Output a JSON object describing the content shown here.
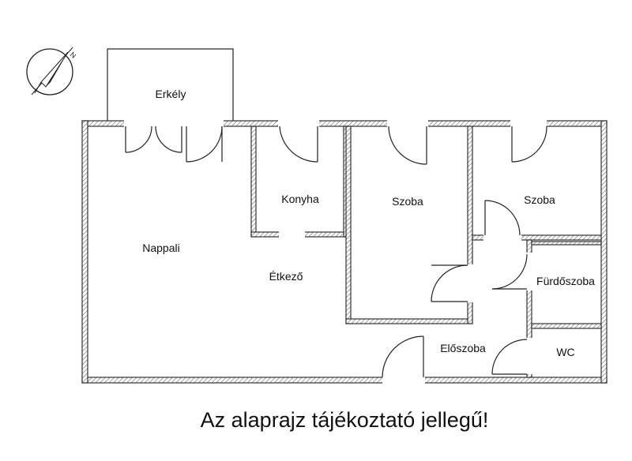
{
  "rooms": {
    "erkely": "Erkély",
    "konyha": "Konyha",
    "szoba1": "Szoba",
    "szoba2": "Szoba",
    "nappali": "Nappali",
    "etkezo": "Étkező",
    "furdoszoba": "Fürdőszoba",
    "eloszoba": "Előszoba",
    "wc": "WC"
  },
  "compass": {
    "north_label": "N"
  },
  "caption": "Az alaprajz tájékoztató jellegű!",
  "colors": {
    "wall_hatch": "#9a9a9a",
    "line": "#222222",
    "background": "#ffffff"
  }
}
